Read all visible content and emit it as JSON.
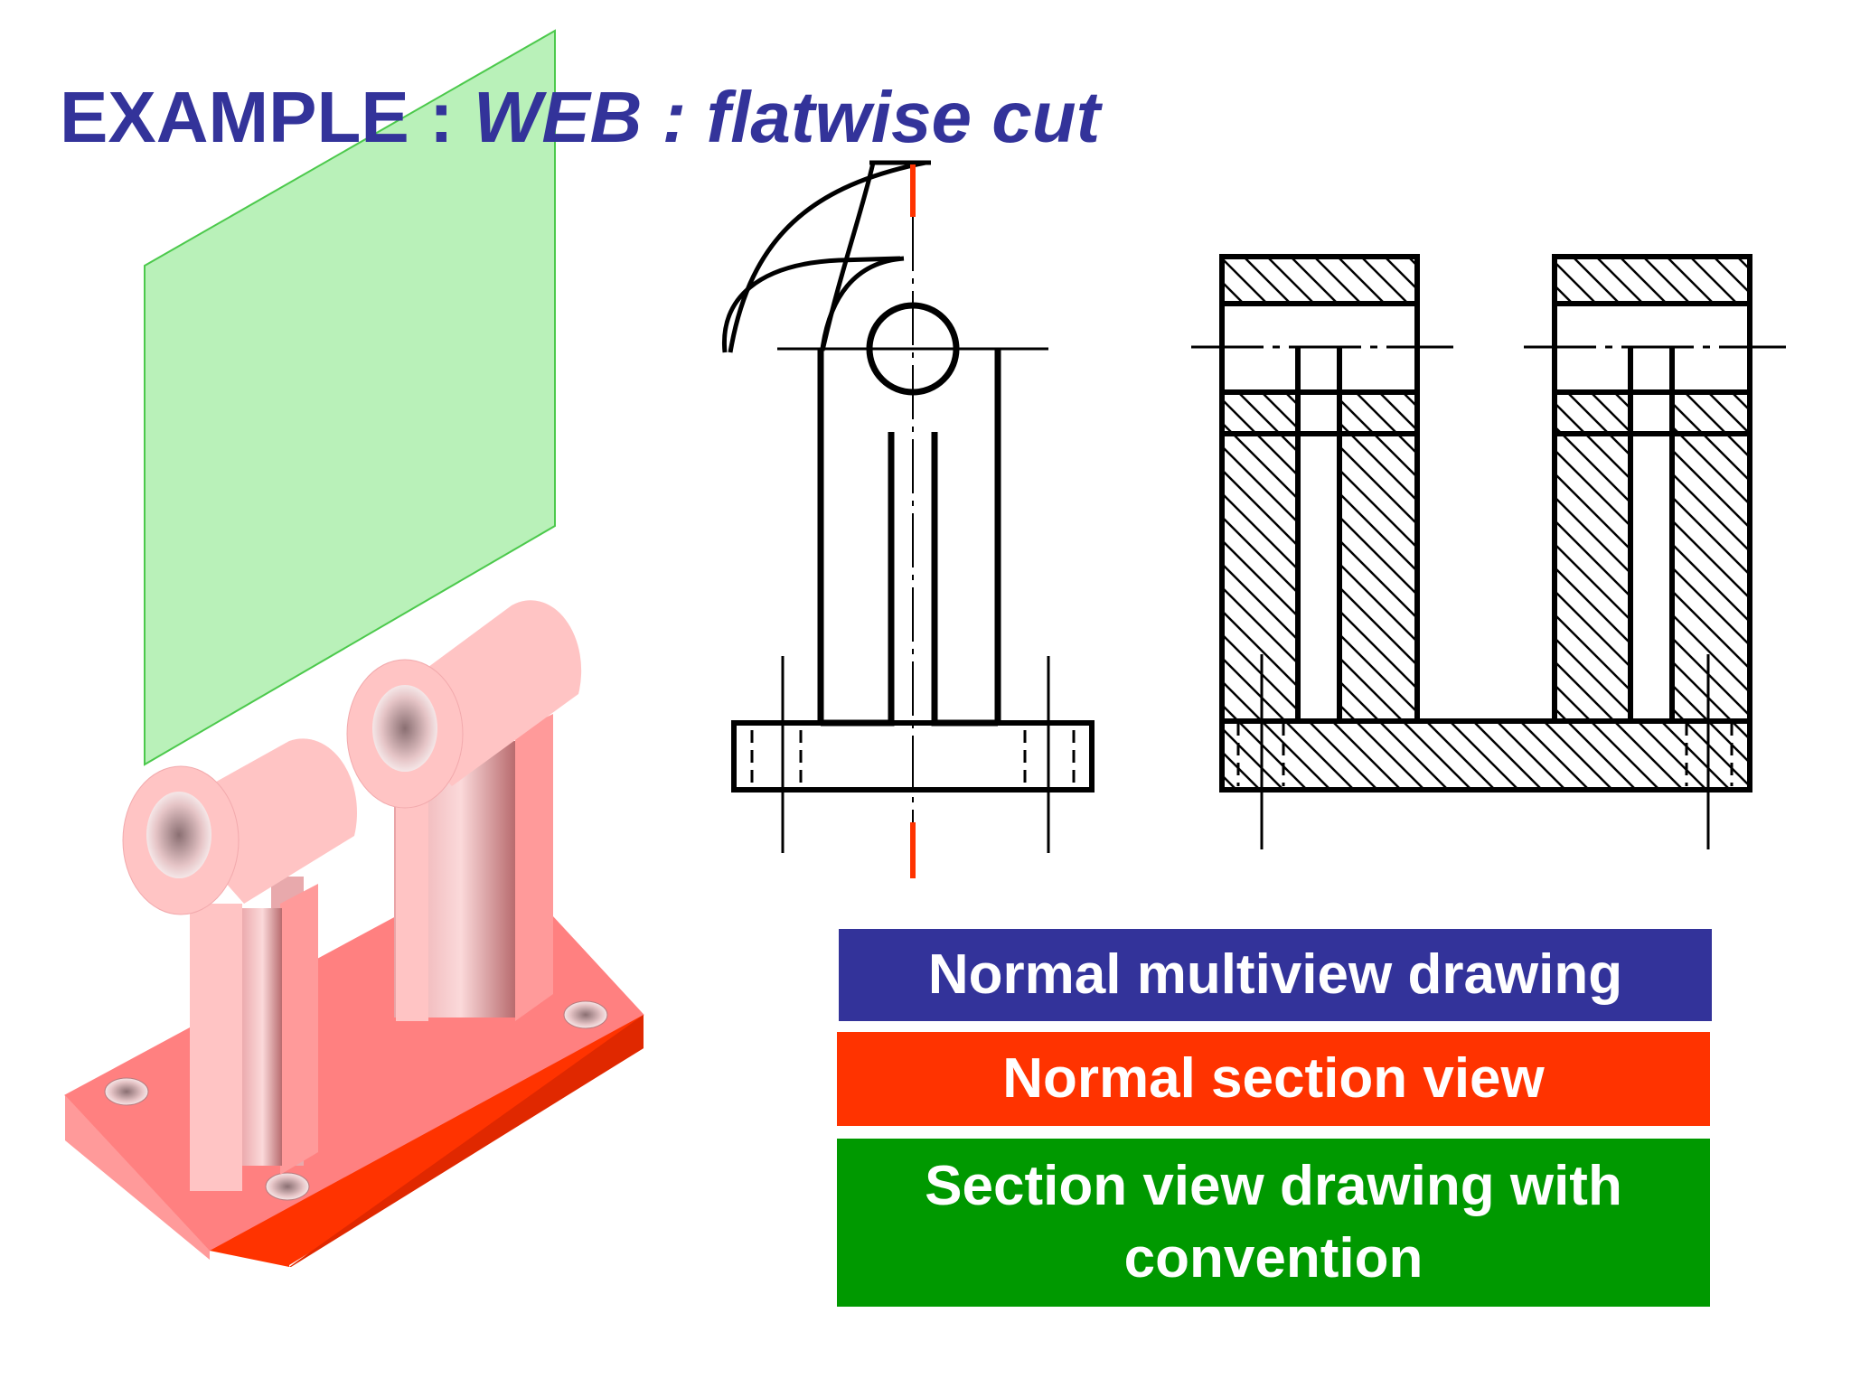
{
  "title": {
    "prefix": "EXAMPLE : ",
    "emphasis": "WEB : flatwise cut",
    "color": "#33339A"
  },
  "legend": [
    {
      "label": "Normal multiview drawing",
      "color": "#33339A"
    },
    {
      "label": "Normal section view",
      "color": "#FF3300"
    },
    {
      "label": "Section view drawing with convention",
      "color": "#009900"
    }
  ],
  "colors": {
    "cutting_plane": "#B3F0B3",
    "cutting_plane_edge": "#4CC94C",
    "part_light": "#FFC4C4",
    "part_mid": "#FF8080",
    "part_dark": "#FF3300",
    "line": "#000000",
    "cut_line": "#FF3300"
  }
}
